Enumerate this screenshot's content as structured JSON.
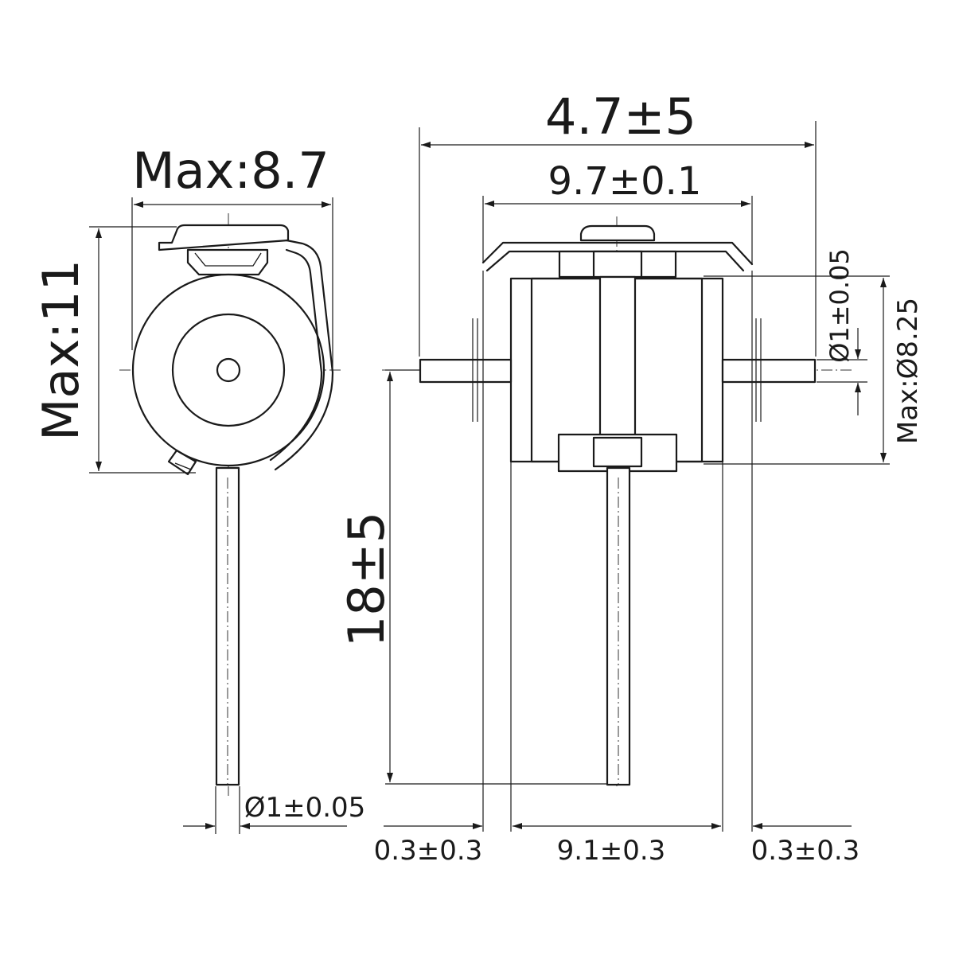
{
  "side_view": {
    "width_label": "Max:8.7",
    "height_label": "Max:11",
    "lead_diameter_label": "Ø1±0.05"
  },
  "front_view": {
    "overall_width_label": "4.7±5",
    "body_width_label": "9.7±0.1",
    "lead_diameter_label": "Ø1±0.05",
    "body_diameter_label": "Max:Ø8.25",
    "lead_length_label": "18±5",
    "left_offset_label": "0.3±0.3",
    "pitch_label": "9.1±0.3",
    "right_offset_label": "0.3±0.3"
  }
}
